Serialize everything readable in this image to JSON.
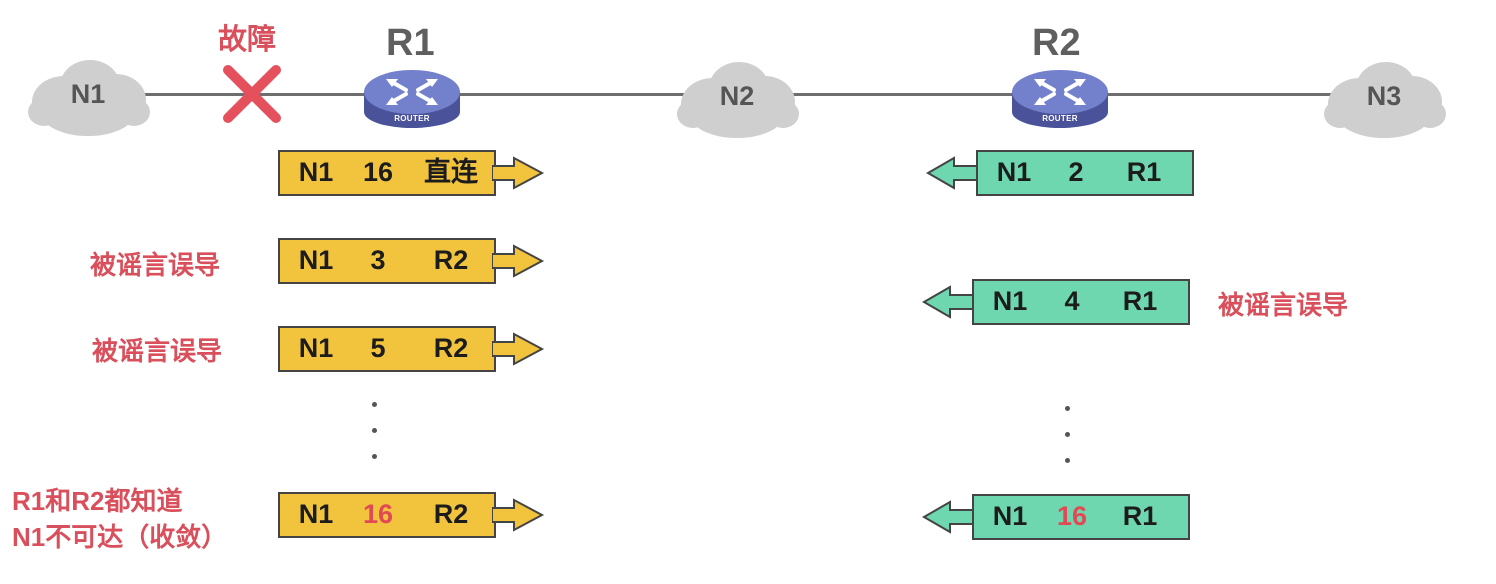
{
  "networks": {
    "n1": "N1",
    "n2": "N2",
    "n3": "N3"
  },
  "routers": {
    "r1": {
      "name": "R1",
      "badge": "ROUTER"
    },
    "r2": {
      "name": "R2",
      "badge": "ROUTER"
    }
  },
  "fault_label": "故障",
  "r1_entries": [
    {
      "dest": "N1",
      "distance": "16",
      "next": "直连"
    },
    {
      "dest": "N1",
      "distance": "3",
      "next": "R2"
    },
    {
      "dest": "N1",
      "distance": "5",
      "next": "R2"
    },
    {
      "dest": "N1",
      "distance": "16",
      "next": "R2"
    }
  ],
  "r2_entries": [
    {
      "dest": "N1",
      "distance": "2",
      "next": "R1"
    },
    {
      "dest": "N1",
      "distance": "4",
      "next": "R1"
    },
    {
      "dest": "N1",
      "distance": "16",
      "next": "R1"
    }
  ],
  "notes": {
    "misled_1": "被谣言误导",
    "misled_2": "被谣言误导",
    "misled_r2": "被谣言误导",
    "converge_line1": "R1和R2都知道",
    "converge_line2": "N1不可达（收敛）"
  },
  "colors": {
    "r1_entry": "#f2c43d",
    "r2_entry": "#6ed7b0",
    "alert_text": "#d94f5b",
    "cloud": "#cfcfcf",
    "router": "#6b76c4"
  }
}
